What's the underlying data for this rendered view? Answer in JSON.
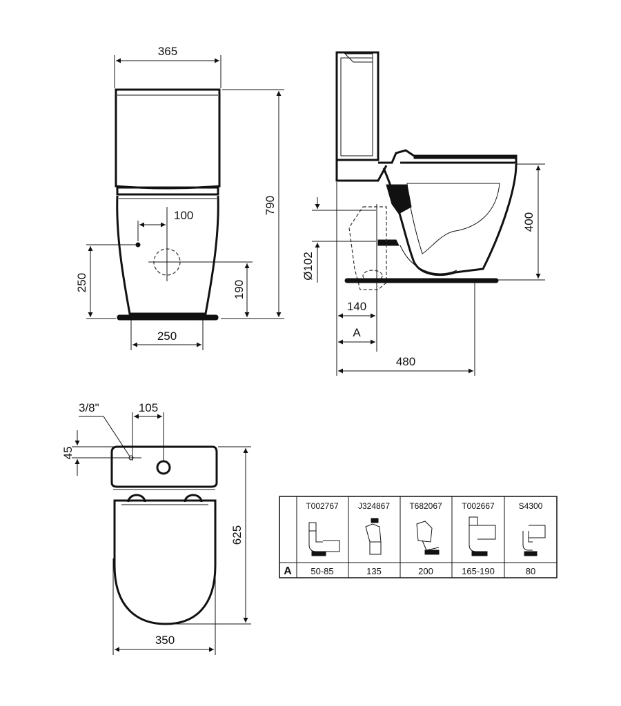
{
  "front_view": {
    "width_top": "365",
    "height_total": "790",
    "offset_100": "100",
    "height_250": "250",
    "height_190": "190",
    "base_width": "250"
  },
  "side_view": {
    "height_400": "400",
    "diameter": "Ø102",
    "dist_140": "140",
    "dist_a": "A",
    "depth_480": "480"
  },
  "top_view": {
    "thread": "3/8\"",
    "offset_105": "105",
    "offset_45": "45",
    "length_625": "625",
    "width_350": "350"
  },
  "connector_table": {
    "row_label": "A",
    "codes": [
      "T002767",
      "J324867",
      "T682067",
      "T002667",
      "S4300"
    ],
    "values": [
      "50-85",
      "135",
      "200",
      "165-190",
      "80"
    ]
  }
}
